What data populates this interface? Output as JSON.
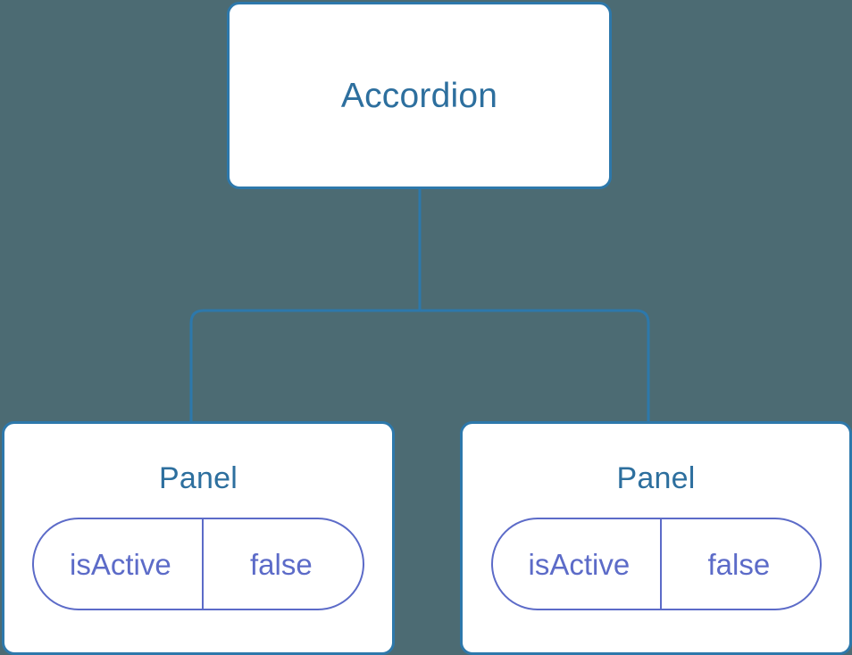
{
  "diagram": {
    "type": "component-tree",
    "background_color": "#4c6b73",
    "node_border_color": "#2d78ab",
    "node_text_color": "#2d6f9e",
    "pill_color": "#5c6bc8",
    "connector_color": "#2d78ab",
    "root": {
      "label": "Accordion"
    },
    "children": [
      {
        "label": "Panel",
        "state": {
          "key": "isActive",
          "value": "false"
        }
      },
      {
        "label": "Panel",
        "state": {
          "key": "isActive",
          "value": "false"
        }
      }
    ]
  }
}
